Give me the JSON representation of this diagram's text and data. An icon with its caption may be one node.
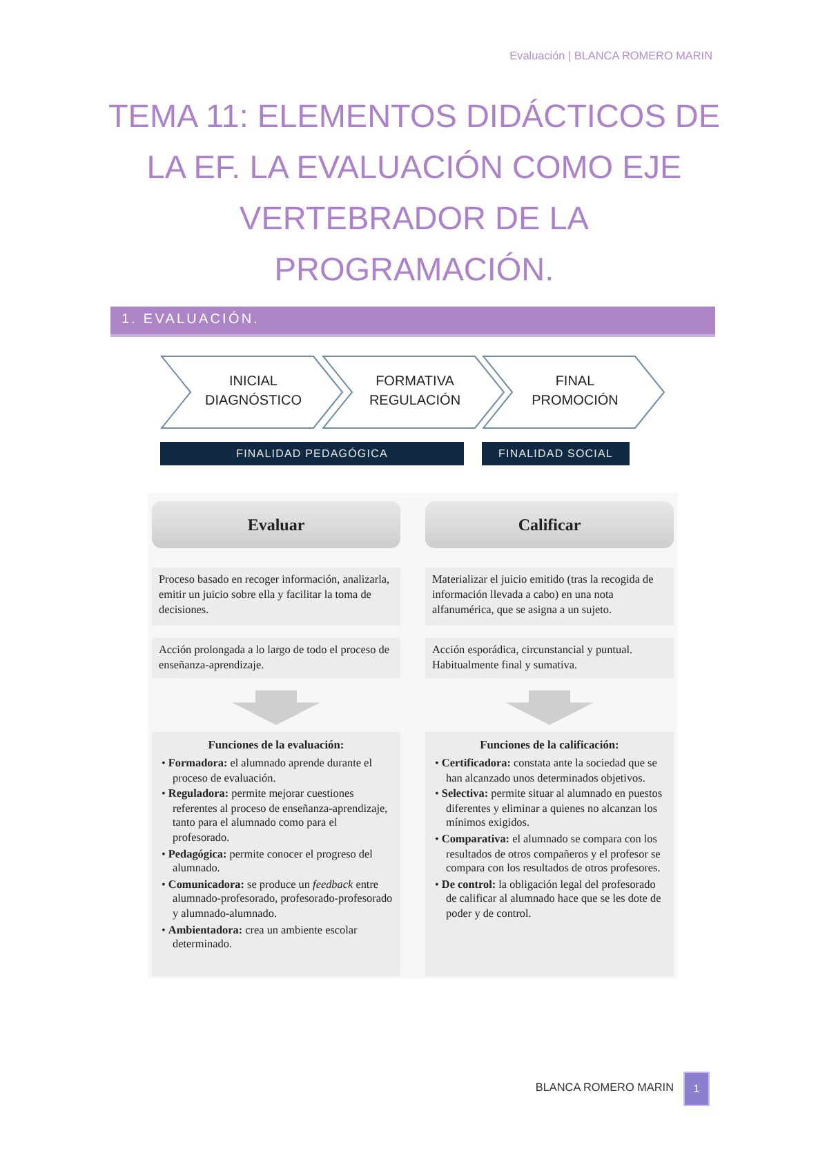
{
  "diagram": {
    "title": "TEMA 11: ELEMENTOS DIDÁCTICOS DE LA EF. LA EVALUACIÓN COMO EJE VERTEBRADOR DE LA PROGRAMACIÓN.",
    "nodes": [
      {
        "text": [
          "1. EVALUACIÓN."
        ]
      },
      {
        "text": [
          "INICIAL DIAGNÓSTICO"
        ]
      },
      {
        "text": [
          "FORMATIVA REGULACIÓN"
        ]
      },
      {
        "text": [
          "FINAL PROMOCIÓN"
        ]
      },
      {
        "text": [
          "FINALIDAD PEDAGÓGICA"
        ]
      },
      {
        "text": [
          "FINALIDAD SOCIAL"
        ]
      },
      {
        "text": [
          "Evaluar"
        ]
      },
      {
        "text": [
          "Calificar"
        ]
      },
      {
        "text": [
          "Proceso basado en recoger información, analizarla, emitir un juicio sobre ella y facilitar la toma de decisiones."
        ]
      },
      {
        "text": [
          "Materializar el juicio emitido (tras la recogida de información llevada a cabo) en una nota alfanumérica, que se asigna a un sujeto."
        ]
      },
      {
        "text": [
          "Acción prolongada a lo largo de todo el proceso de enseñanza-aprendizaje."
        ]
      },
      {
        "text": [
          "Acción esporádica, circunstancial y puntual. Habitualmente final y sumativa."
        ]
      },
      {
        "text": [
          "Funciones de la evaluación:",
          "• **Formadora:** el alumnado aprende durante el proceso de evaluación.",
          "• **Reguladora:** permite mejorar cuestiones referentes al proceso de enseñanza-aprendizaje, tanto para el alumnado como para el profesorado.",
          "• **Pedagógica:** permite conocer el progreso del alumnado.",
          "• **Comunicadora:** se produce un *feedback* entre alumnado-profesorado, profesorado-profesorado y alumnado-alumnado.",
          "• **Ambientadora:** crea un ambiente escolar determinado."
        ]
      },
      {
        "text": [
          "Funciones de la calificación:",
          "• **Certificadora:** constata ante la sociedad que se han alcanzado unos determinados objetivos.",
          "• **Selectiva:** permite situar al alumnado en puestos diferentes y eliminar a quienes no alcanzan los mínimos exigidos.",
          "• **Comparativa:** el alumnado se compara con los resultados de otros compañeros y el profesor se compara con los resultados de otros profesores.",
          "• **De control:** la obligación legal del profesorado de calificar al alumnado hace que se les dote de poder y de control."
        ]
      },
      {
        "text": [
          "1"
        ]
      }
    ],
    "edges": [
      {
        "from": 10,
        "to": 12,
        "arrow": "to"
      },
      {
        "from": 11,
        "to": 13,
        "arrow": "to"
      }
    ],
    "labels": [
      "Evaluación | BLANCA ROMERO MARIN",
      "BLANCA ROMERO MARIN"
    ]
  }
}
